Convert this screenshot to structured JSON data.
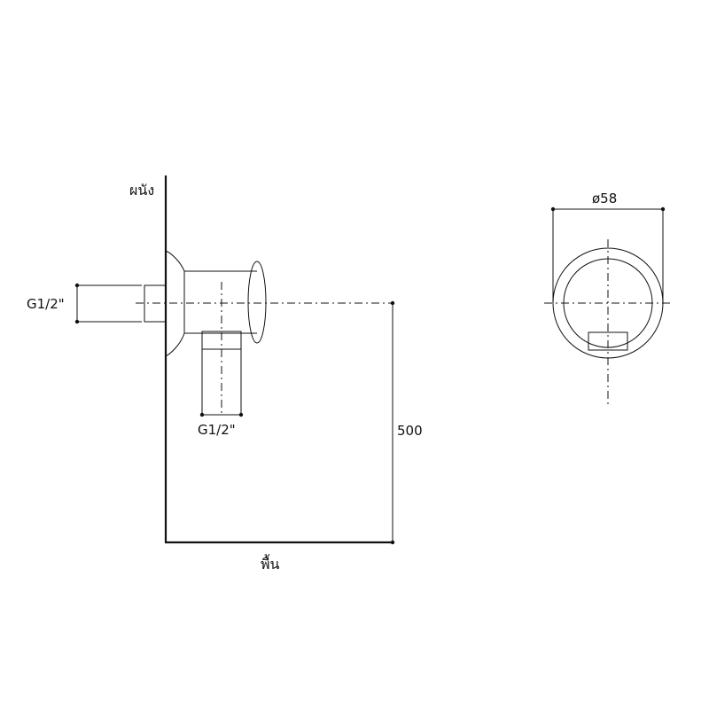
{
  "labels": {
    "wall": "ผนัง",
    "floor": "พื้น",
    "inlet_thread": "G1/2\"",
    "outlet_thread": "G1/2\"",
    "height": "500",
    "diameter": "ø58"
  }
}
